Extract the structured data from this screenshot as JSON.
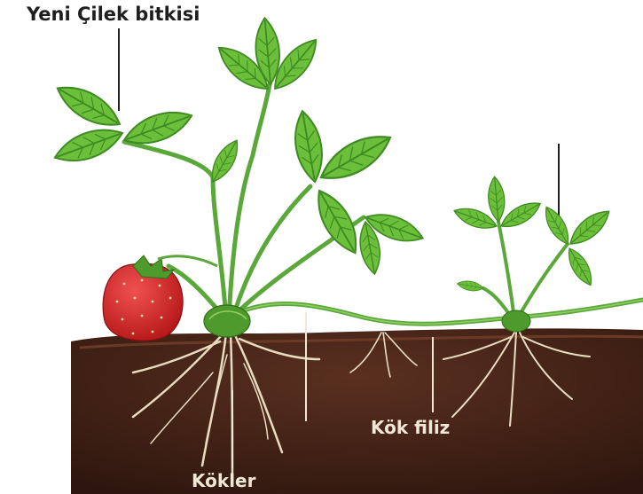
{
  "labels": {
    "new_plant": "Yeni Çilek bitkisi",
    "runner": "Kök filiz",
    "roots": "Kökler"
  },
  "colors": {
    "soil": "#3e1f14",
    "leaf": "#6cbf3a",
    "leaf_dark": "#3f8a22",
    "stem": "#5ba83a",
    "strawberry": "#d42a2a",
    "root": "#e8dcc0"
  }
}
